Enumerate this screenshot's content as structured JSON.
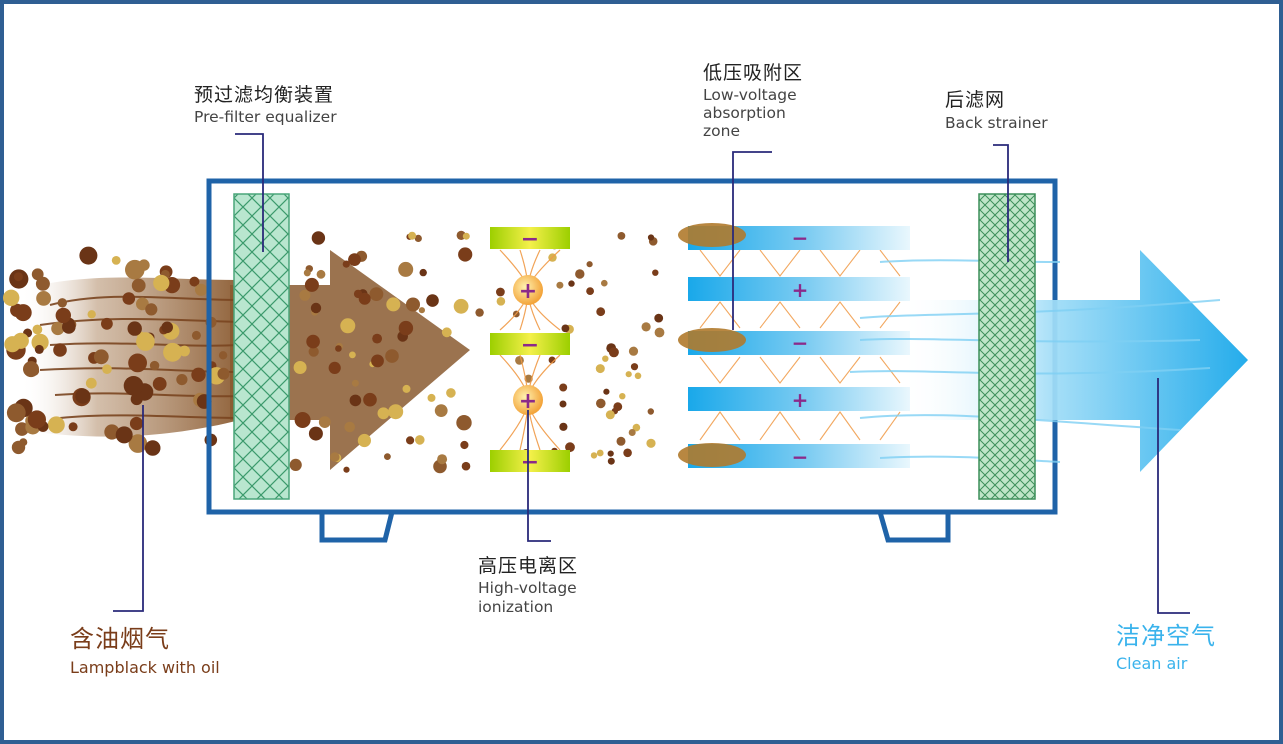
{
  "labels": {
    "prefilter": {
      "zh": "预过滤均衡装置",
      "en": "Pre-filter equalizer"
    },
    "absorption": {
      "zh": "低压吸附区",
      "en": [
        "Low-voltage",
        "absorption",
        "zone"
      ]
    },
    "back": {
      "zh": "后滤网",
      "en": "Back strainer"
    },
    "ionization": {
      "zh": "高压电离区",
      "en": [
        "High-voltage",
        "ionization"
      ]
    },
    "input": {
      "zh": "含油烟气",
      "en": "Lampblack with oil"
    },
    "output": {
      "zh": "洁净空气",
      "en": "Clean air"
    }
  },
  "symbols": {
    "negative": "−",
    "positive": "+"
  },
  "colors": {
    "frame": "#1f63a8",
    "border": "#2f5f93",
    "leader": "#2a2a7a",
    "smoke": "#8a5a30",
    "filter": "#5fbf8f",
    "plate_blue": "#1aa9ea",
    "plate_green": "#a8d400",
    "ion_orange": "#f09a46",
    "charge_purple": "#8b2a8a",
    "clean_air": "#2fb6ee"
  }
}
